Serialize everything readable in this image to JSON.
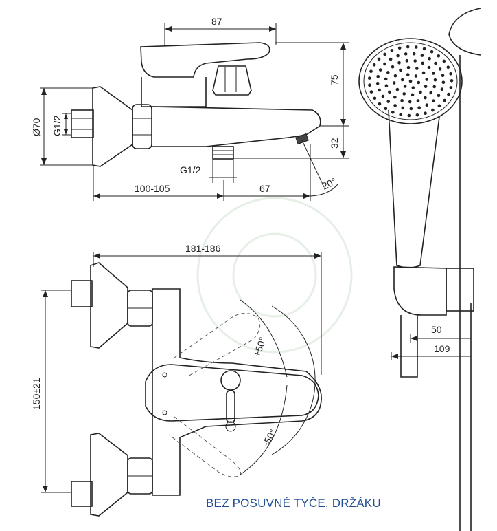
{
  "dimensions": {
    "width_top": "87",
    "height_body": "75",
    "height_spout": "32",
    "diameter_rosette": "Ø70",
    "thread_left": "G1/2",
    "thread_bottom": "G1/2",
    "offset_wall": "100-105",
    "spout_length": "67",
    "spout_angle": "20°",
    "width_front": "181-186",
    "centers": "150±21",
    "angle_plus": "+50°",
    "angle_minus": "-50°",
    "holder_depth_1": "50",
    "holder_depth_2": "109"
  },
  "note": "BEZ POSUVNÉ TYČE, DRŽÁKU"
}
